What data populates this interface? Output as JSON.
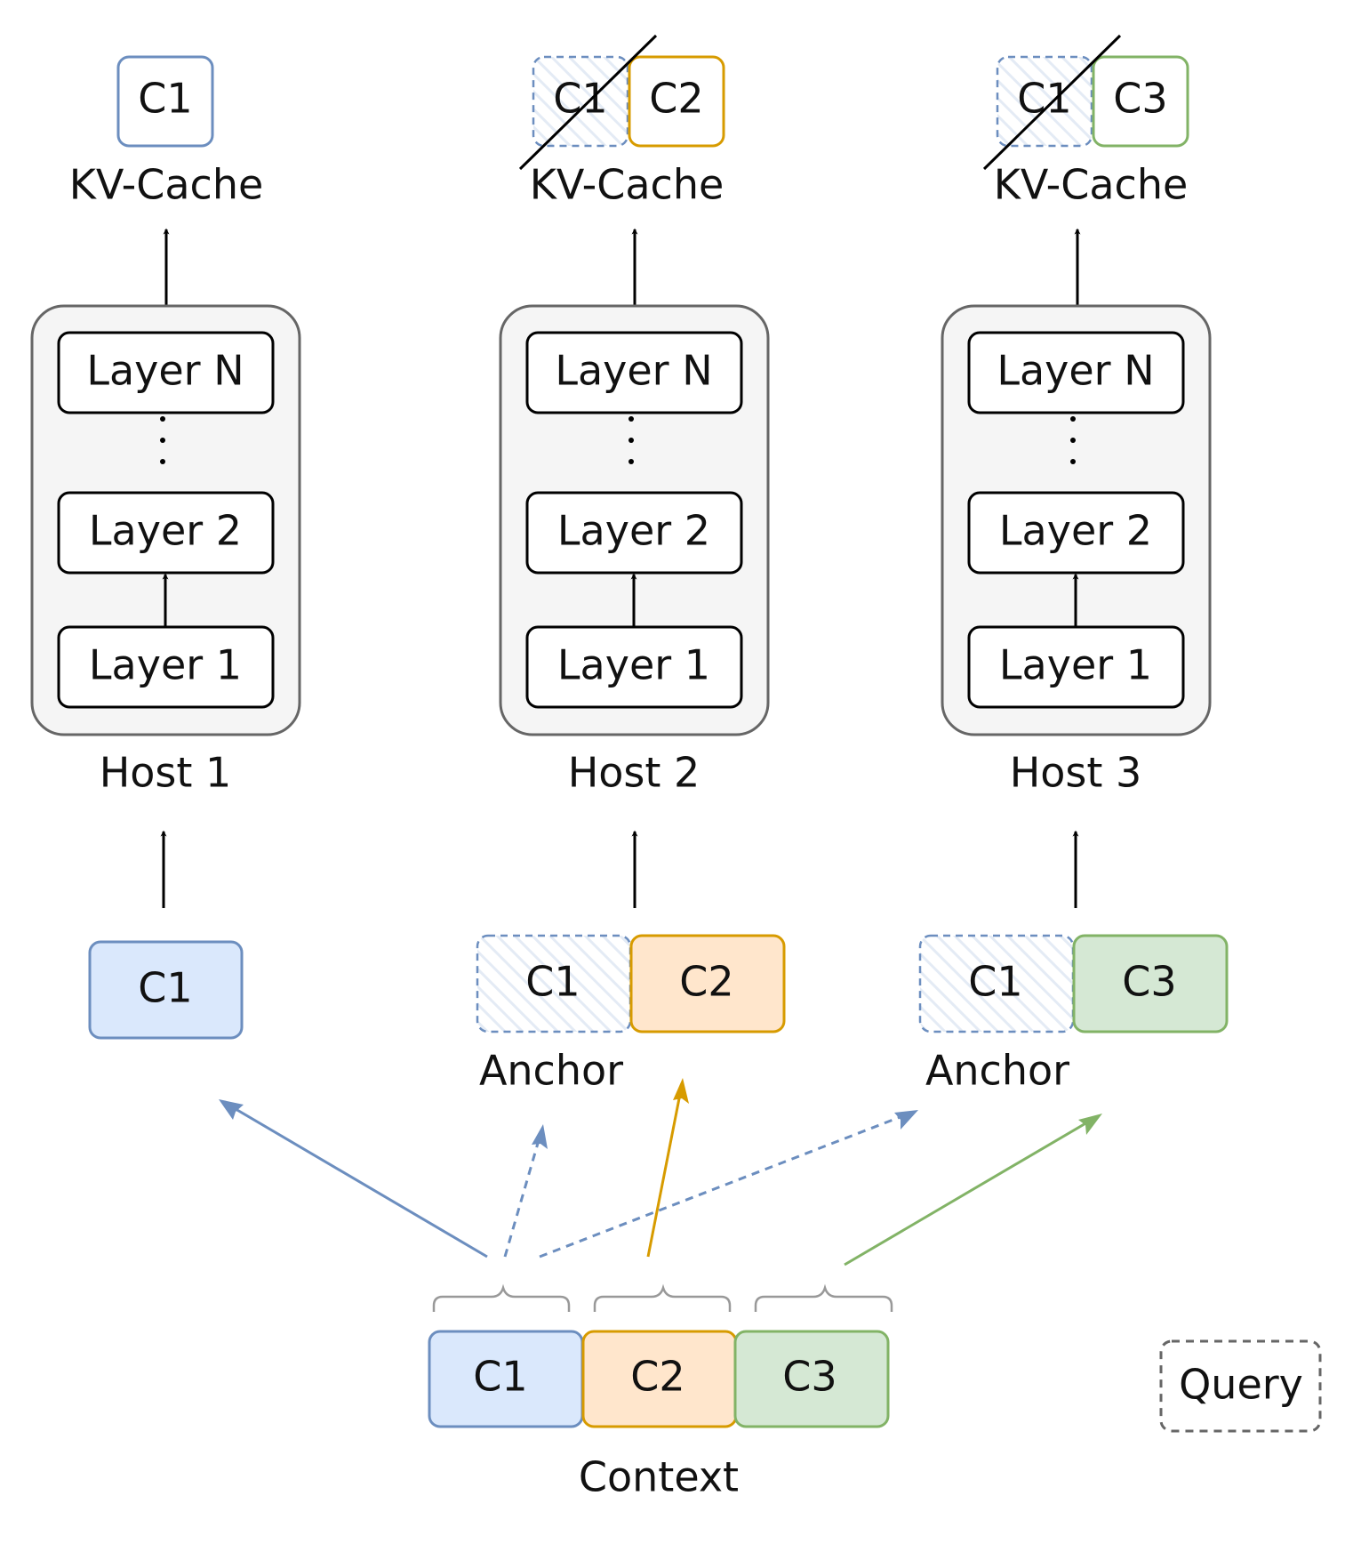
{
  "colors": {
    "blue_fill": "#dae8fc",
    "blue_stroke": "#6c8ebf",
    "orange_fill": "#ffe6cc",
    "orange_stroke": "#d79b00",
    "green_fill": "#d5e8d4",
    "green_stroke": "#82b366",
    "host_fill": "#f5f5f5",
    "host_stroke": "#666666",
    "query_stroke": "#666666"
  },
  "hosts": [
    {
      "name": "Host 1",
      "kv_label": "KV-Cache",
      "kv_chunks": [
        {
          "text": "C1",
          "color": "blue",
          "discarded": false
        }
      ],
      "layers": [
        "Layer N",
        "Layer 2",
        "Layer 1"
      ],
      "input_chunks": [
        {
          "text": "C1",
          "color": "blue",
          "anchor": false
        }
      ],
      "input_label": ""
    },
    {
      "name": "Host 2",
      "kv_label": "KV-Cache",
      "kv_chunks": [
        {
          "text": "C1",
          "color": "blue",
          "discarded": true
        },
        {
          "text": "C2",
          "color": "orange",
          "discarded": false
        }
      ],
      "layers": [
        "Layer N",
        "Layer 2",
        "Layer 1"
      ],
      "input_chunks": [
        {
          "text": "C1",
          "color": "blue",
          "anchor": true
        },
        {
          "text": "C2",
          "color": "orange",
          "anchor": false
        }
      ],
      "input_label": "Anchor"
    },
    {
      "name": "Host 3",
      "kv_label": "KV-Cache",
      "kv_chunks": [
        {
          "text": "C1",
          "color": "blue",
          "discarded": true
        },
        {
          "text": "C3",
          "color": "green",
          "discarded": false
        }
      ],
      "layers": [
        "Layer N",
        "Layer 2",
        "Layer 1"
      ],
      "input_chunks": [
        {
          "text": "C1",
          "color": "blue",
          "anchor": true
        },
        {
          "text": "C3",
          "color": "green",
          "anchor": false
        }
      ],
      "input_label": "Anchor"
    }
  ],
  "context": {
    "label": "Context",
    "chunks": [
      {
        "text": "C1",
        "color": "blue"
      },
      {
        "text": "C2",
        "color": "orange"
      },
      {
        "text": "C3",
        "color": "green"
      }
    ]
  },
  "query_label": "Query"
}
